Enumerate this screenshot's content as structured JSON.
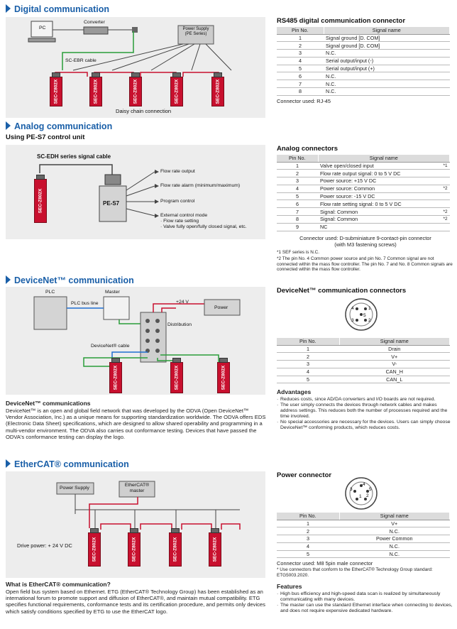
{
  "digital": {
    "title": "Digital communication",
    "pc": "PC",
    "converter": "Converter",
    "power_supply": "Power Supply\n(PE Series)",
    "cable": "SC-EBR cable",
    "device_label": "SEC-Z802X",
    "caption": "Daisy chain connection"
  },
  "rs485": {
    "title": "RS485 digital communication connector",
    "headers": [
      "Pin No.",
      "Signal name"
    ],
    "rows": [
      [
        "1",
        "Signal ground [D. COM]"
      ],
      [
        "2",
        "Signal ground [D. COM]"
      ],
      [
        "3",
        "N.C."
      ],
      [
        "4",
        "Serial output/input (-)"
      ],
      [
        "5",
        "Serial output/input (+)"
      ],
      [
        "6",
        "N.C."
      ],
      [
        "7",
        "N.C."
      ],
      [
        "8",
        "N.C."
      ]
    ],
    "connector": "Connector used: RJ-45"
  },
  "analog": {
    "title": "Analog communication",
    "subtitle": "Using PE-S7 control unit",
    "cable": "SC-EDH series signal cable",
    "device_label": "SEC-Z802X",
    "unit": "PE-S7",
    "labels": [
      "Flow rate output",
      "Flow rate alarm (minimum/maximum)",
      "Program control",
      "External control mode",
      "· Flow rate setting",
      "· Valve fully open/fully closed signal, etc."
    ]
  },
  "analog_conn": {
    "title": "Analog connectors",
    "headers": [
      "Pin No.",
      "Signal name"
    ],
    "rows": [
      [
        "1",
        "Valve open/closed input",
        "*1"
      ],
      [
        "2",
        "Flow rate output signal: 0 to 5 V DC",
        ""
      ],
      [
        "3",
        "Power source: +15 V DC",
        ""
      ],
      [
        "4",
        "Power source: Common",
        "*2"
      ],
      [
        "5",
        "Power source: -15 V DC",
        ""
      ],
      [
        "6",
        "Flow rate setting signal: 0 to 5 V DC",
        ""
      ],
      [
        "7",
        "Signal: Common",
        "*2"
      ],
      [
        "8",
        "Signal: Common",
        "*2"
      ],
      [
        "9",
        "NC",
        ""
      ]
    ],
    "connector": "Connector used: D-subminiature 9-contact-pin connector\n(with M3 fastening screws)",
    "note1": "*1 SEF series is N.C.",
    "note2": "*2 The pin No. 4 Common power source and pin No. 7 Common signal are not connected within the mass flow controller. The pin No. 7 and No. 8 Common signals are connected within the mass flow controller."
  },
  "devicenet": {
    "title": "DeviceNet™ communication",
    "plc": "PLC",
    "master": "Master",
    "plc_bus": "PLC bus line",
    "voltage": "+24 V",
    "power": "Power",
    "distribution": "Distribution",
    "cable": "DeviceNet® cable",
    "device_label": "SEC-Z802X",
    "body_title": "DeviceNet™ communications",
    "body": "DeviceNet™ is an open and global field network that was developed by the ODVA (Open DeviceNet™ Vendor Association, Inc.) as a unique means for supporting standardization worldwide. The ODVA offers EDS (Electronic Data Sheet) specifications, which are designed to allow shared operability and programming in a multi-vendor environment. The ODVA also carries out conformance testing. Devices that have passed the ODVA's conformance testing can display the logo."
  },
  "dn_conn": {
    "title": "DeviceNet™ communication connectors",
    "headers": [
      "Pin No.",
      "Signal name"
    ],
    "rows": [
      [
        "1",
        "Drain"
      ],
      [
        "2",
        "V+"
      ],
      [
        "3",
        "V-"
      ],
      [
        "4",
        "CAN_H"
      ],
      [
        "5",
        "CAN_L"
      ]
    ],
    "pins": [
      "1",
      "2",
      "3",
      "4",
      "5"
    ]
  },
  "advantages": {
    "title": "Advantages",
    "items": [
      "Reduces costs, since AD/DA converters and I/O boards are not required.",
      "The user simply connects the devices through network cables and makes address settings. This reduces both the number of processes required and the time involved.",
      "No special accessories are necessary for the devices. Users can simply choose DeviceNet™ conforming products, which reduces costs."
    ]
  },
  "ethercat": {
    "title": "EtherCAT® communication",
    "power_supply": "Power Supply",
    "master": "EtherCAT®\nmaster",
    "drive_power": "Drive power: + 24 V DC",
    "device_label": "SEC-Z802X",
    "body_title": "What is EtherCAT® communication?",
    "body": "Open field bus system based on Ethernet. ETG (EtherCAT® Technology Group) has been established as an international forum to promote support and diffusion of EtherCAT®, and maintain mutual compatibility. ETG specifies functional requirements, conformance tests and its certification procedure, and permits only devices which satisfy conditions specified by ETG to use the EtherCAT logo."
  },
  "power_conn": {
    "title": "Power connector",
    "headers": [
      "Pin No.",
      "Signal name"
    ],
    "rows": [
      [
        "1",
        "V+"
      ],
      [
        "2",
        "N.C."
      ],
      [
        "3",
        "Power Common"
      ],
      [
        "4",
        "N.C."
      ],
      [
        "5",
        "N.C."
      ]
    ],
    "pins": [
      "1",
      "2",
      "3",
      "4",
      "5"
    ],
    "connector": "Connector used: M8 5pin male connector",
    "note": "* Use connectors that conform to the EtherCAT® Technology Group standard: ETG5003.2020."
  },
  "features": {
    "title": "Features",
    "items": [
      "High bus efficiency and high-speed data scan is realized by simultaneously communicating with many devices.",
      "The master can use the standard Ethernet interface when connecting to devices, and does not require expensive dedicated hardware."
    ]
  },
  "colors": {
    "accent": "#1a5fa8",
    "device": "#c8102e",
    "cable_green": "#2a9d3a",
    "cable_blue": "#1f6fd1",
    "cable_red": "#c8102e"
  }
}
